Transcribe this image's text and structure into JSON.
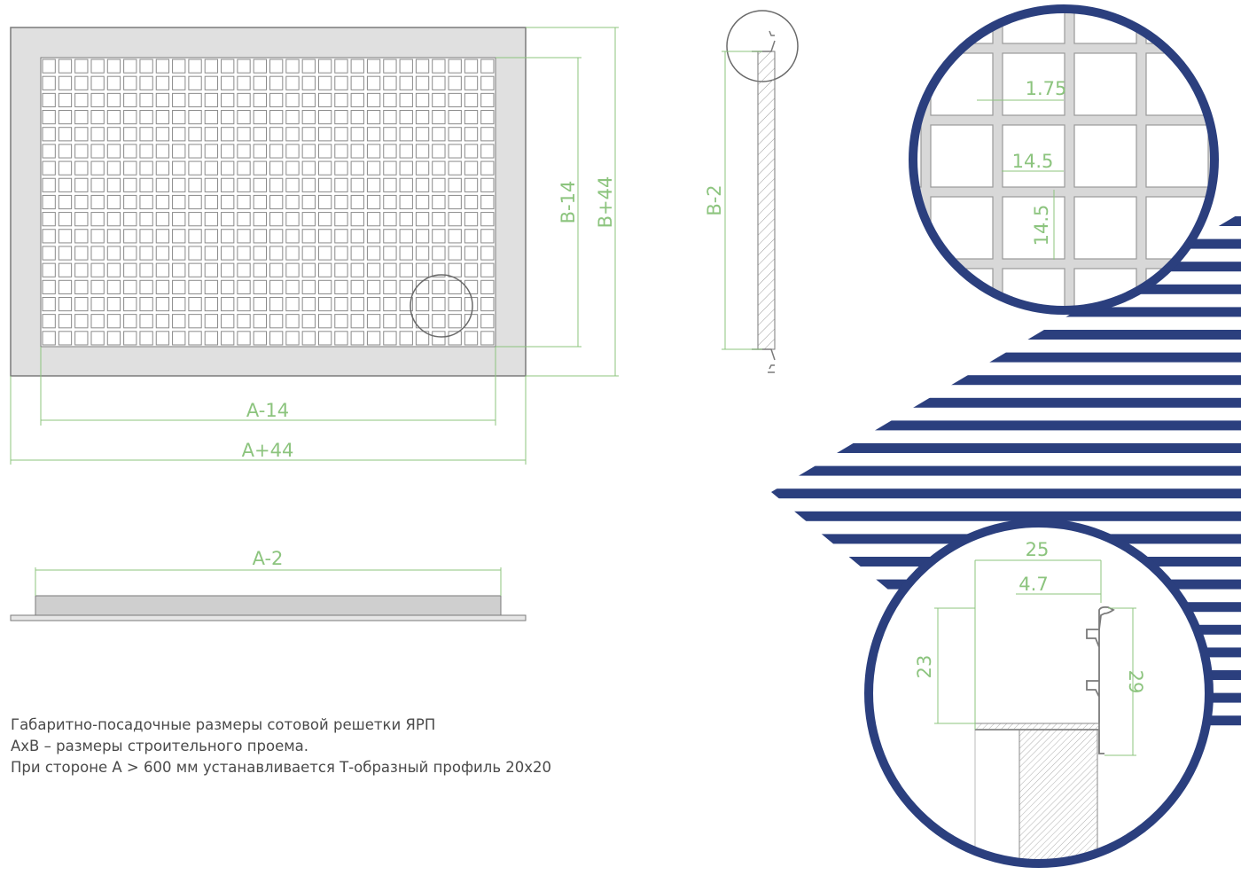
{
  "front_view": {
    "dim_b_minus_14": "B-14",
    "dim_b_plus_44": "B+44",
    "dim_a_minus_14": "A-14",
    "dim_a_plus_44": "A+44"
  },
  "side_view": {
    "dim_b_minus_2": "B-2"
  },
  "bottom_view": {
    "dim_a_minus_2": "A-2"
  },
  "detail_grid": {
    "bar_width": "1.75",
    "cell_width": "14.5",
    "cell_height": "14.5"
  },
  "detail_profile": {
    "profile_width": "25",
    "lip_width": "4.7",
    "inner_height": "23",
    "outer_height": "29"
  },
  "caption": {
    "line1": "Габаритно-посадочные размеры сотовой решетки ЯРП",
    "line2": "AxB – размеры строительного проема.",
    "line3": "При стороне А > 600 мм устанавливается Т-образный профиль 20х20"
  },
  "colors": {
    "dimension_line": "#8cc47e",
    "outline": "#7a7a7a",
    "frame_fill": "#e0e0e0",
    "accent_blue": "#2b3f7e"
  }
}
